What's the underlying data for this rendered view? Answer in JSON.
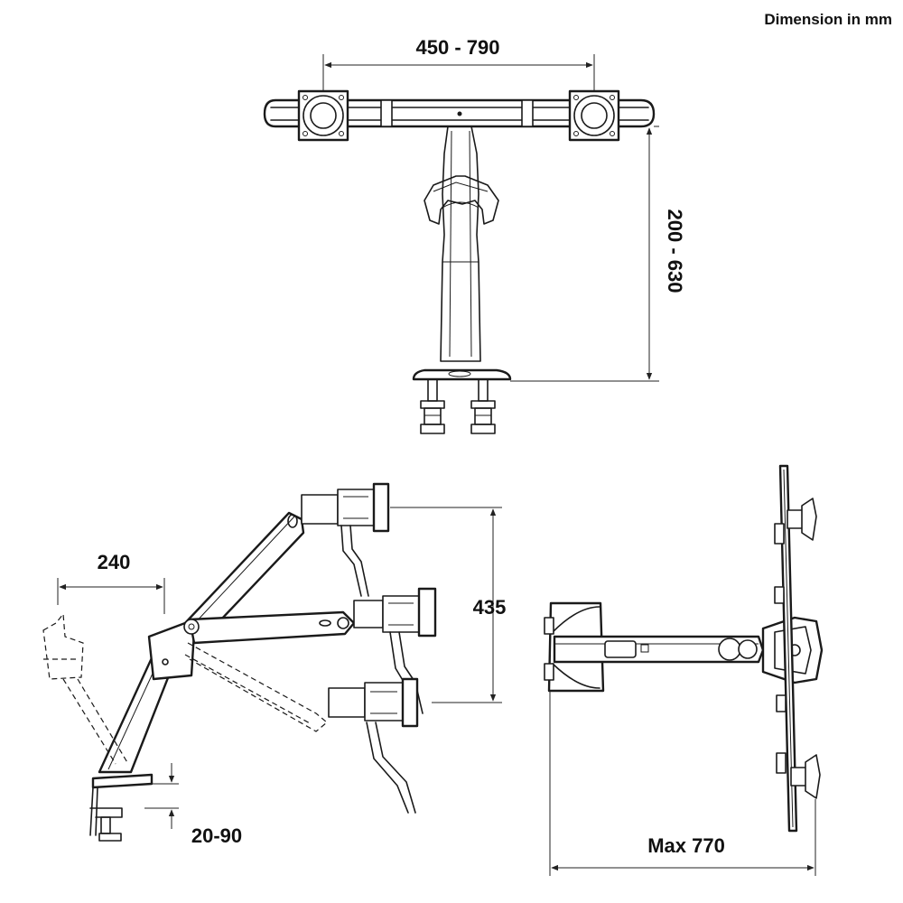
{
  "diagram": {
    "units_note": "Dimension in mm",
    "front_view": {
      "width_dimension": "450 - 790",
      "height_dimension": "200 - 630"
    },
    "side_view": {
      "reach_dimension": "240",
      "vertical_travel_dimension": "435",
      "clamp_thickness_dimension": "20-90"
    },
    "top_view": {
      "max_extension_dimension": "Max 770"
    }
  }
}
